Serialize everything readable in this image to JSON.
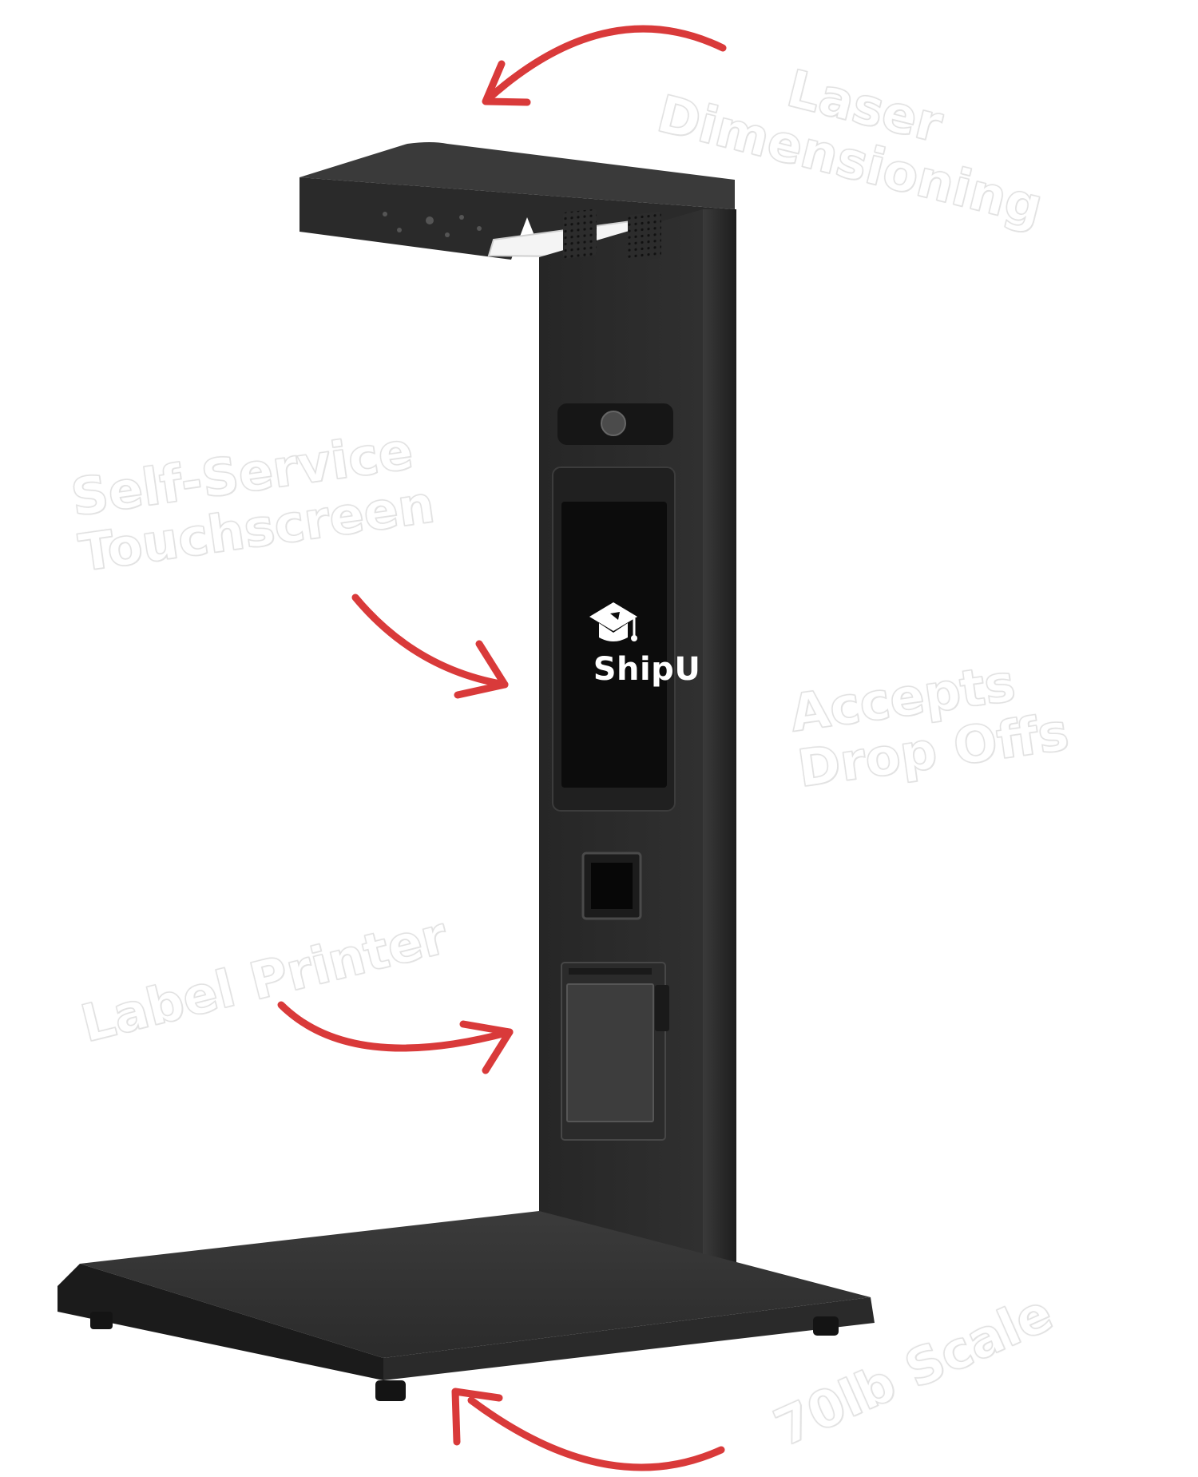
{
  "labels": {
    "laser": [
      "Laser",
      "Dimensioning"
    ],
    "touchscreen": [
      "Self-Service",
      "Touchscreen"
    ],
    "dropoffs": [
      "Accepts",
      "Drop Offs"
    ],
    "printer": "Label Printer",
    "scale": "70lb Scale"
  },
  "screen": {
    "brand": "ShipU",
    "logo_icon": "graduation-cap-icon"
  },
  "colors": {
    "arrow": "#d93a3a",
    "kiosk": "#2a2a2a",
    "screen": "#0c0c0c",
    "label_text": "#ffffff"
  }
}
